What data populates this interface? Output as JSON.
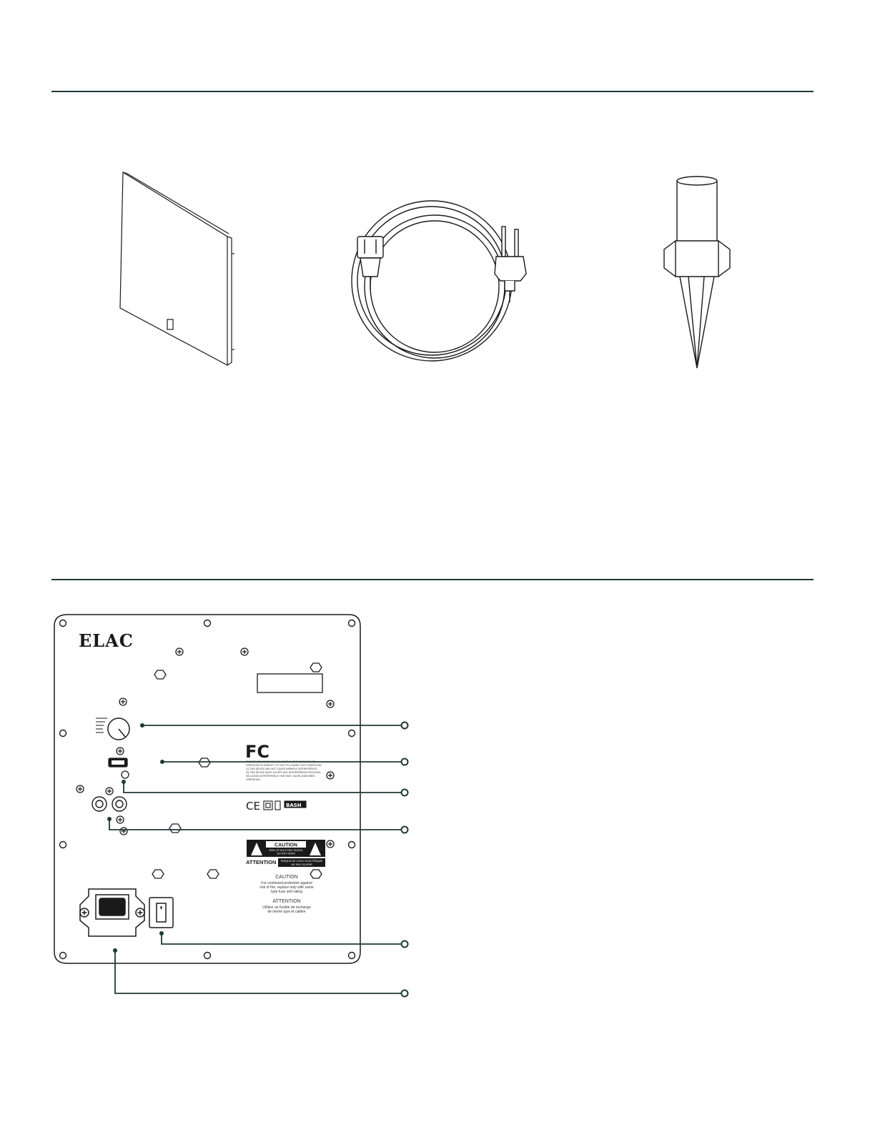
{
  "colors": {
    "rule": "#1f3a35",
    "line": "#1a1a1a",
    "callout": "#1f3a35"
  },
  "accessories": {
    "grille": {
      "icon": "grille-panel-icon"
    },
    "power_cord": {
      "icon": "power-cord-icon"
    },
    "spike": {
      "icon": "floor-spike-icon"
    }
  },
  "panel": {
    "logo": "ELAC",
    "fcc_logo": "FC",
    "fcc_text": [
      "THIS DEVICE COMPLIES WITH PART 15 OF THE FCC RULES.",
      "OPERATION IS SUBJECT TO THE FOLLOWING TWO CONDITIONS:",
      "(1) THIS DEVICE MAY NOT CAUSE HARMFUL INTERFERENCE,",
      "(2) THIS DEVICE MUST ACCEPT ANY INTERFERENCE RECEIVED,",
      "INCLUDING INTERFERENCE THAT MAY CAUSE UNDESIRED",
      "OPERATION."
    ],
    "ce_mark": "CE",
    "bash_logo": "BASH",
    "warning": {
      "caution_title": "CAUTION",
      "caution_sub1": "RISK OF ELECTRIC SHOCK",
      "caution_sub2": "DO NOT OPEN",
      "attention_label": "ATTENTION",
      "attention_sub1": "RISQUE DE CHOC ELECTRIQUE",
      "attention_sub2": "NE PAS OUVRIR"
    },
    "fuse_text": {
      "caution_heading": "CAUTION",
      "caution_lines": [
        "For continued protection against",
        "risk of fire, replace only with same",
        "type fuse and rating"
      ],
      "attention_heading": "ATTENTION",
      "attention_lines": [
        "Utiliser un fusible de rechange",
        "de meme type et calibre"
      ]
    }
  },
  "callouts": [
    {
      "id": "volume-knob-callout"
    },
    {
      "id": "auto-switch-callout"
    },
    {
      "id": "led-callout"
    },
    {
      "id": "rca-input-callout"
    },
    {
      "id": "power-switch-callout"
    },
    {
      "id": "ac-inlet-callout"
    }
  ]
}
